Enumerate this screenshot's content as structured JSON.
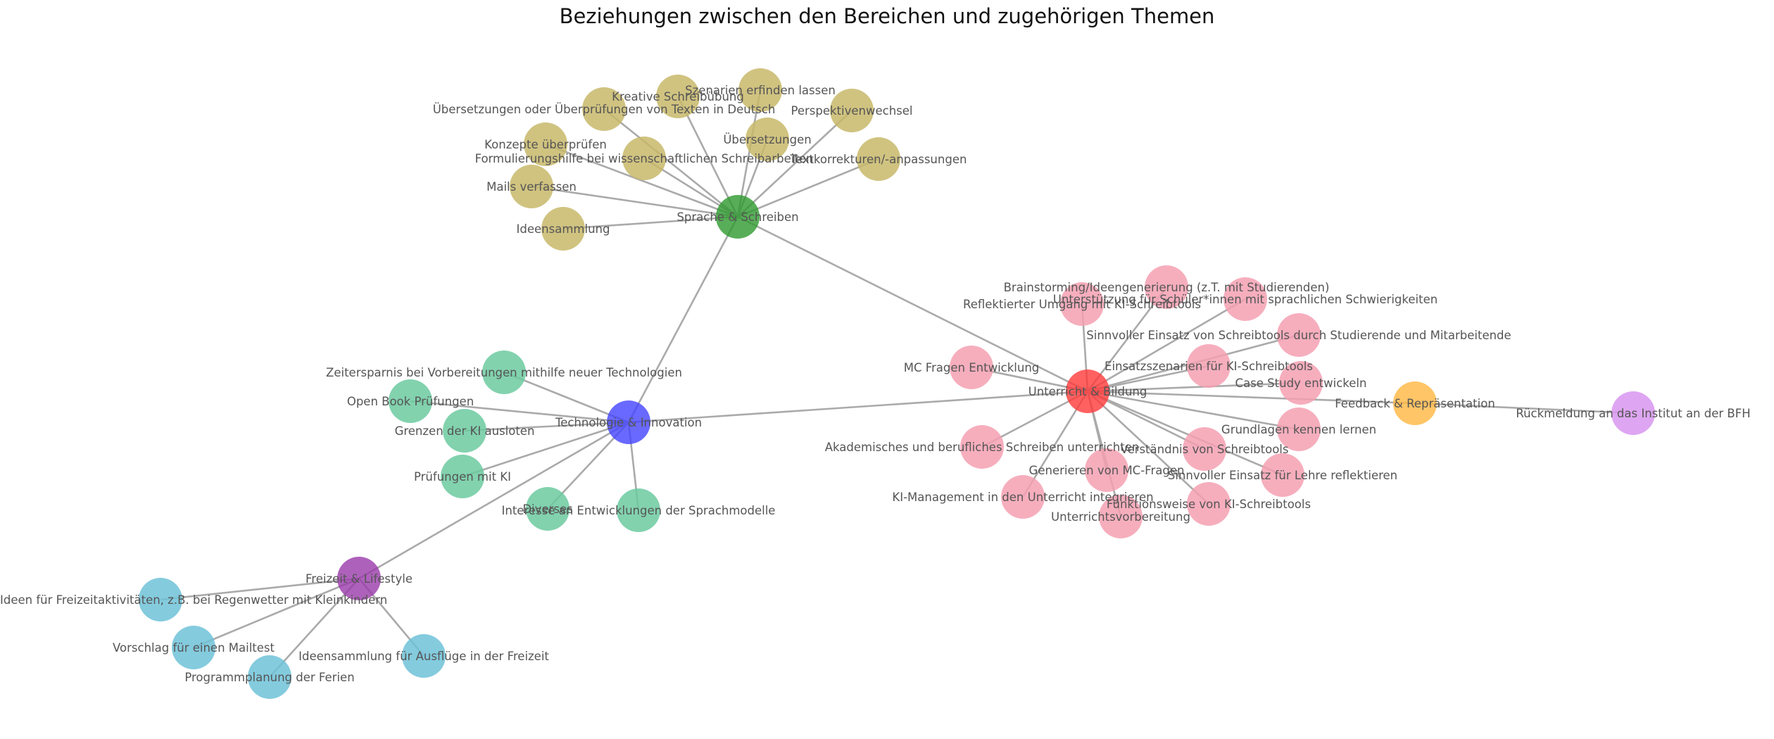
{
  "title": "Beziehungen zwischen den Bereichen und zugehörigen Themen",
  "colors": {
    "edge": "#aaaaaa",
    "label": "#555555",
    "gold": "#c8b86a",
    "pink": "#f4a0b2",
    "teal": "#6ccaa0",
    "cyan": "#6ec2d8",
    "green": "#2e9a2e",
    "red": "#ff3a3a",
    "blue": "#4444ff",
    "purple": "#9a3aaa",
    "orange": "#ffb740",
    "lilac": "#d896f0"
  },
  "hubs": [
    {
      "id": "sprache",
      "label": "Sprache & Schreiben",
      "color": "green"
    },
    {
      "id": "unterricht",
      "label": "Unterricht & Bildung",
      "color": "red"
    },
    {
      "id": "technologie",
      "label": "Technologie & Innovation",
      "color": "blue"
    },
    {
      "id": "freizeit",
      "label": "Freizeit & Lifestyle",
      "color": "purple"
    },
    {
      "id": "feedback",
      "label": "Feedback & Repräsentation",
      "color": "orange"
    }
  ],
  "topics": [
    {
      "id": "t1",
      "label": "Szenarien erfinden lassen",
      "hub": "sprache",
      "color": "gold"
    },
    {
      "id": "t2",
      "label": "Kreative Schreibübung",
      "hub": "sprache",
      "color": "gold"
    },
    {
      "id": "t3",
      "label": "Perspektivenwechsel",
      "hub": "sprache",
      "color": "gold"
    },
    {
      "id": "t4",
      "label": "Übersetzungen oder Überprüfungen von Texten in Deutsch",
      "hub": "sprache",
      "color": "gold"
    },
    {
      "id": "t5",
      "label": "Übersetzungen",
      "hub": "sprache",
      "color": "gold"
    },
    {
      "id": "t6",
      "label": "Konzepte überprüfen",
      "hub": "sprache",
      "color": "gold"
    },
    {
      "id": "t7",
      "label": "Formulierungshilfe bei wissenschaftlichen Schreibarbeiten",
      "hub": "sprache",
      "color": "gold"
    },
    {
      "id": "t8",
      "label": "Textkorrekturen/-anpassungen",
      "hub": "sprache",
      "color": "gold"
    },
    {
      "id": "t9",
      "label": "Mails verfassen",
      "hub": "sprache",
      "color": "gold"
    },
    {
      "id": "t10",
      "label": "Ideensammlung",
      "hub": "sprache",
      "color": "gold"
    },
    {
      "id": "u1",
      "label": "Brainstorming/Ideengenerierung (z.T. mit Studierenden)",
      "hub": "unterricht",
      "color": "pink"
    },
    {
      "id": "u2",
      "label": "Unterstützung für Schüler*innen mit sprachlichen Schwierigkeiten",
      "hub": "unterricht",
      "color": "pink"
    },
    {
      "id": "u3",
      "label": "Reflektierter Umgang mit KI-Schreibtools",
      "hub": "unterricht",
      "color": "pink"
    },
    {
      "id": "u4",
      "label": "Sinnvoller Einsatz von Schreibtools durch Studierende und Mitarbeitende",
      "hub": "unterricht",
      "color": "pink"
    },
    {
      "id": "u5",
      "label": "MC Fragen Entwicklung",
      "hub": "unterricht",
      "color": "pink"
    },
    {
      "id": "u6",
      "label": "Einsatzszenarien für KI-Schreibtools",
      "hub": "unterricht",
      "color": "pink"
    },
    {
      "id": "u7",
      "label": "Case Study entwickeln",
      "hub": "unterricht",
      "color": "pink"
    },
    {
      "id": "u8",
      "label": "Grundlagen kennen lernen",
      "hub": "unterricht",
      "color": "pink"
    },
    {
      "id": "u9",
      "label": "Akademisches und berufliches Schreiben unterrichten",
      "hub": "unterricht",
      "color": "pink"
    },
    {
      "id": "u10",
      "label": "Verständnis von Schreibtools",
      "hub": "unterricht",
      "color": "pink"
    },
    {
      "id": "u11",
      "label": "Generieren von MC-Fragen",
      "hub": "unterricht",
      "color": "pink"
    },
    {
      "id": "u12",
      "label": "Sinnvoller Einsatz für Lehre reflektieren",
      "hub": "unterricht",
      "color": "pink"
    },
    {
      "id": "u13",
      "label": "KI-Management in den Unterricht integrieren",
      "hub": "unterricht",
      "color": "pink"
    },
    {
      "id": "u14",
      "label": "Funktionsweise von KI-Schreibtools",
      "hub": "unterricht",
      "color": "pink"
    },
    {
      "id": "u15",
      "label": "Unterrichtsvorbereitung",
      "hub": "unterricht",
      "color": "pink"
    },
    {
      "id": "k1",
      "label": "Zeitersparnis bei Vorbereitungen mithilfe neuer Technologien",
      "hub": "technologie",
      "color": "teal"
    },
    {
      "id": "k2",
      "label": "Open Book Prüfungen",
      "hub": "technologie",
      "color": "teal"
    },
    {
      "id": "k3",
      "label": "Grenzen der KI ausloten",
      "hub": "technologie",
      "color": "teal"
    },
    {
      "id": "k4",
      "label": "Prüfungen mit KI",
      "hub": "technologie",
      "color": "teal"
    },
    {
      "id": "k5",
      "label": "Diverses",
      "hub": "technologie",
      "color": "teal"
    },
    {
      "id": "k6",
      "label": "Interesse an Entwicklungen der Sprachmodelle",
      "hub": "technologie",
      "color": "teal"
    },
    {
      "id": "f1",
      "label": "Ideen für Freizeitaktivitäten, z.B. bei Regenwetter mit Kleinkindern",
      "hub": "freizeit",
      "color": "cyan"
    },
    {
      "id": "f2",
      "label": "Vorschlag für einen Mailtest",
      "hub": "freizeit",
      "color": "cyan"
    },
    {
      "id": "f3",
      "label": "Ideensammlung für Ausflüge in der Freizeit",
      "hub": "freizeit",
      "color": "cyan"
    },
    {
      "id": "f4",
      "label": "Programmplanung der Ferien",
      "hub": "freizeit",
      "color": "cyan"
    },
    {
      "id": "r1",
      "label": "Rückmeldung an das Institut an der BFH",
      "hub": "feedback",
      "color": "lilac"
    }
  ],
  "hub_links": [
    [
      "sprache",
      "unterricht"
    ],
    [
      "sprache",
      "technologie"
    ],
    [
      "technologie",
      "unterricht"
    ],
    [
      "technologie",
      "freizeit"
    ],
    [
      "unterricht",
      "feedback"
    ]
  ]
}
